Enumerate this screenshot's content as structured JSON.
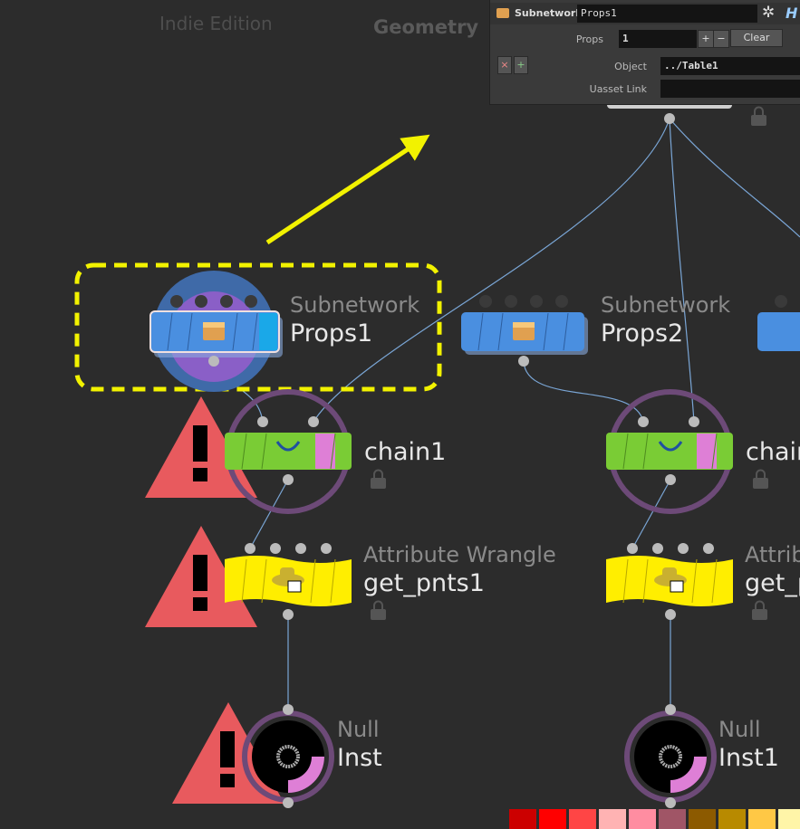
{
  "header": {
    "edition": "Indie Edition",
    "context": "Geometry"
  },
  "parm_panel": {
    "node_type": "Subnetwork",
    "node_name": "Props1",
    "props_label": "Props",
    "props_value": "1",
    "plus": "+",
    "minus": "−",
    "clear": "Clear",
    "remove": "×",
    "insert": "+",
    "object_label": "Object",
    "object_value": "../Table1",
    "uasset_label": "Uasset Link",
    "uasset_value": "",
    "gear_icon": "gear-icon",
    "help_icon": "H"
  },
  "nodes": {
    "props1": {
      "type": "Subnetwork",
      "name": "Props1"
    },
    "props2": {
      "type": "Subnetwork",
      "name": "Props2"
    },
    "chain1": {
      "name": "chain1"
    },
    "chain2": {
      "name": "chain"
    },
    "wrangle1": {
      "type": "Attribute Wrangle",
      "name": "get_pnts1"
    },
    "wrangle2": {
      "type": "Attrib",
      "name": "get_p"
    },
    "null1": {
      "type": "Null",
      "name": "Inst"
    },
    "null2": {
      "type": "Null",
      "name": "Inst1"
    }
  },
  "colors": {
    "subnet": "#4a8fe0",
    "chain": "#7acc35",
    "wrangle": "#ffee00",
    "annotation": "#f2f200",
    "warning": "#e85a5e"
  },
  "palette": [
    "#cc0000",
    "#ff0000",
    "#ff4545",
    "#ffb3b3",
    "#ff8da1",
    "#a05566",
    "#8c5a00",
    "#b88a00",
    "#ffc845",
    "#fff5a8"
  ]
}
